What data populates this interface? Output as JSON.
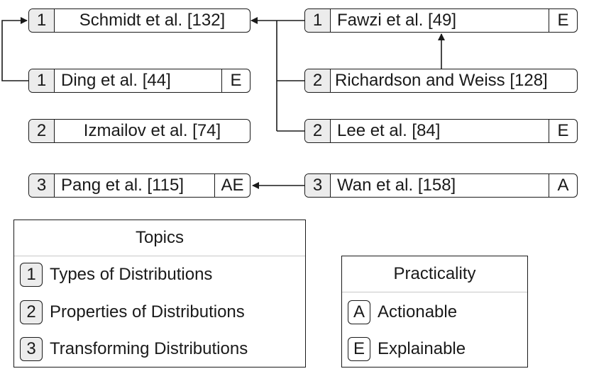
{
  "nodes": {
    "schmidt": {
      "topic": "1",
      "label": "Schmidt et al. [132]",
      "badge": ""
    },
    "ding": {
      "topic": "1",
      "label": "Ding et al. [44]",
      "badge": "E"
    },
    "izmailov": {
      "topic": "2",
      "label": "Izmailov et al. [74]",
      "badge": ""
    },
    "pang": {
      "topic": "3",
      "label": "Pang et al. [115]",
      "badge": "AE"
    },
    "fawzi": {
      "topic": "1",
      "label": "Fawzi et al. [49]",
      "badge": "E"
    },
    "richardson": {
      "topic": "2",
      "label": "Richardson and Weiss [128]",
      "badge": ""
    },
    "lee": {
      "topic": "2",
      "label": "Lee et al. [84]",
      "badge": "E"
    },
    "wan": {
      "topic": "3",
      "label": "Wan et al. [158]",
      "badge": "A"
    }
  },
  "topics_legend": {
    "title": "Topics",
    "items": [
      {
        "key": "1",
        "label": "Types of Distributions"
      },
      {
        "key": "2",
        "label": "Properties of Distributions"
      },
      {
        "key": "3",
        "label": "Transforming Distributions"
      }
    ]
  },
  "practicality_legend": {
    "title": "Practicality",
    "items": [
      {
        "key": "A",
        "label": "Actionable"
      },
      {
        "key": "E",
        "label": "Explainable"
      }
    ]
  },
  "colors": {
    "line": "#1a1a1a",
    "topic_fill": "#ececec",
    "divider": "#c8c8c8"
  }
}
